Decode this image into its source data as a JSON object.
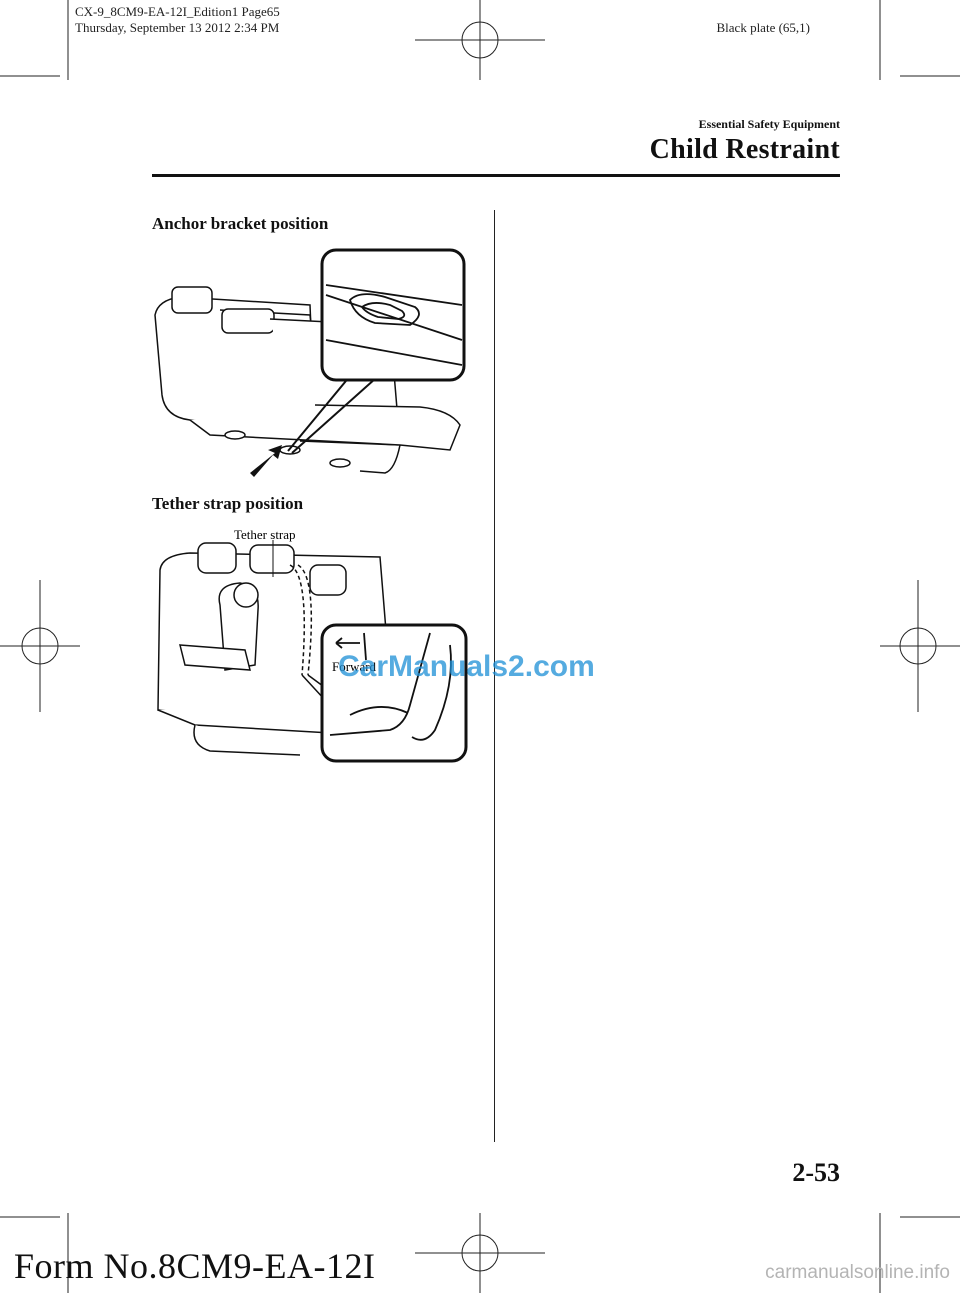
{
  "print_meta": {
    "line1": "CX-9_8CM9-EA-12I_Edition1 Page65",
    "line2": "Thursday, September 13 2012 2:34 PM",
    "plate": "Black plate (65,1)"
  },
  "header": {
    "section": "Essential Safety Equipment",
    "title": "Child Restraint"
  },
  "figures": [
    {
      "caption": "Anchor bracket position"
    },
    {
      "caption": "Tether strap position",
      "labels": {
        "tether": "Tether strap",
        "forward": "Forward"
      }
    }
  ],
  "footer": {
    "page_number": "2-53",
    "form_number": "Form No.8CM9-EA-12I"
  },
  "watermarks": {
    "center": "CarManuals2.com",
    "bottom": "carmanualsonline.info"
  }
}
